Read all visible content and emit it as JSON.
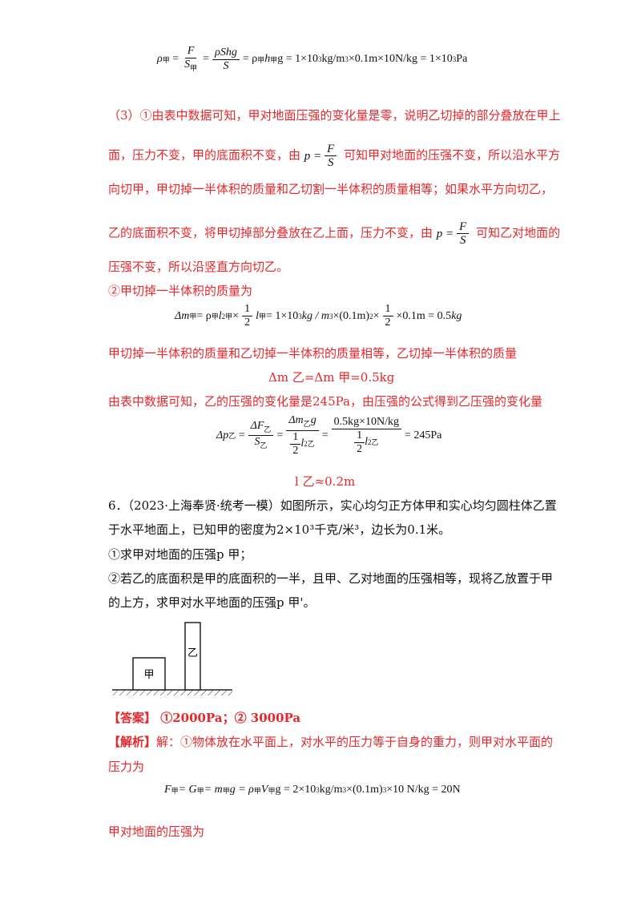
{
  "eq_top": {
    "lhs": "ρ",
    "sub_a": "甲",
    "f_num": "F",
    "f_den": "S",
    "den_sub": "甲",
    "f2_num": "ρ",
    "f2_num_rest": "S",
    "f2_h": "h",
    "f2_g": "g",
    "f2_den": "S",
    "rest": "= ρ",
    "rest2": "h",
    "rest3": "g = 1×10",
    "exp3": "3",
    "rest4": "kg/m",
    "exp_m3": "3",
    "rest5": " ×0.1m×10N/kg = 1×10",
    "exp_pa": "3",
    "rest6": "Pa"
  },
  "para3": {
    "l1": "（3）①由表中数据可知，甲对地面压强的变化量是零，说明乙切掉的部分叠放在甲上",
    "l2a": "面，压力不变，甲的底面积不变，由",
    "l2b": "可知甲对地面的压强不变，所以沿水平方",
    "l3": "向切甲，甲切掉一半体积的质量和乙切割一半体积的质量相等；如果水平方向切乙，",
    "l4a": "乙的底面积不变，将甲切掉部分叠放在乙上面，压力不变，由",
    "l4b": "可知乙对地面的",
    "l5": "压强不变，所以沿竖直方向切乙。",
    "l6": "②甲切掉一半体积的质量为",
    "p_eq": "p =",
    "F": "F",
    "S": "S"
  },
  "eq_mass": {
    "text1": "Δm",
    "sub1": "甲",
    "text2": "= ρ",
    "sub2": "甲",
    "text3": "l",
    "exp3": "2",
    "sub3": "甲",
    "text4": "×",
    "half_n": "1",
    "half_d": "2",
    "text5": "l",
    "sub5": "甲",
    "text6": "= 1×10",
    "exp6": "3",
    "text7": "kg / m",
    "exp7": "3",
    "text8": "×(0.1m)",
    "exp8": "2",
    "text9": "×",
    "text10": "×0.1m = 0.5",
    "text11": "kg"
  },
  "para_mid": {
    "l1": "甲切掉一半体积的质量和乙切掉一半体积的质量相等，乙切掉一半体积的质量",
    "l2": "Δm 乙=Δm 甲=0.5kg",
    "l3": "由表中数据可知，乙的压强的变化量是245Pa，由压强的公式得到乙压强的变化量",
    "l4": "l 乙≈0.2m"
  },
  "eq_dp": {
    "lhs": "Δp",
    "sub": "乙",
    "n1": "ΔF",
    "d1": "S",
    "n2": "Δm",
    "n2b": "g",
    "d2a": "1",
    "d2b": "2",
    "d2c": "l",
    "n3": "0.5kg×10N/kg",
    "rhs": "= 245Pa"
  },
  "q6": {
    "l1": "6．（2023·上海奉贤·统考一模）如图所示，实心均匀正方体甲和实心均匀圆柱体乙置",
    "l2": "于水平地面上，已知甲的密度为2×10³千克/米³，边长为0.1米。",
    "l3": "①求甲对地面的压强p 甲；",
    "l4": "②若乙的底面积是甲的底面积的一半，且甲、乙对地面的压强相等，现将乙放置于甲",
    "l5": "的上方，求甲对水平地面的压强p 甲'。"
  },
  "figure": {
    "label_jia": "甲",
    "label_yi": "乙"
  },
  "answer": {
    "tag": "【答案】",
    "text": " ①2000Pa；② 3000Pa"
  },
  "analysis": {
    "tag": "【解析】",
    "l1": "解：①物体放在水平面上，对水平的压力等于自身的重力，则甲对水平面的",
    "l2": "压力为",
    "l3": "甲对地面的压强为"
  },
  "eq_force": {
    "t1": "F",
    "s1": "甲",
    "t2": " = G",
    "s2": "甲",
    "t3": " = m",
    "s3": "甲",
    "t4": "g = ρ",
    "s4": "甲",
    "t5": "V",
    "s5": "甲",
    "t6": "g = 2×10",
    "e6": "3",
    "t7": " kg/m",
    "e7": "3",
    "t8": " ×(0.1m)",
    "e8": "3",
    "t9": " ×10 N/kg = 20N"
  }
}
